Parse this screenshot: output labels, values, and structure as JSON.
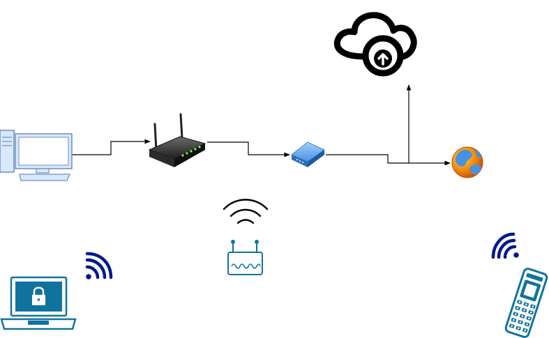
{
  "diagram": {
    "nodes": [
      {
        "id": "desktop-pc",
        "icon": "desktop-computer-icon"
      },
      {
        "id": "wireless-router",
        "icon": "wireless-router-icon"
      },
      {
        "id": "network-switch",
        "icon": "network-switch-icon"
      },
      {
        "id": "internet",
        "icon": "globe-icon"
      },
      {
        "id": "cloud-upload",
        "icon": "cloud-upload-icon"
      },
      {
        "id": "wifi-access-point",
        "icon": "wifi-access-point-icon"
      },
      {
        "id": "secure-laptop",
        "icon": "locked-laptop-icon"
      },
      {
        "id": "mobile-phone",
        "icon": "mobile-phone-icon"
      }
    ],
    "connections": [
      {
        "from": "desktop-pc",
        "to": "wireless-router"
      },
      {
        "from": "wireless-router",
        "to": "network-switch"
      },
      {
        "from": "network-switch",
        "to": "internet"
      },
      {
        "from": "network-switch",
        "to": "cloud-upload"
      }
    ],
    "colors": {
      "line": "#000000",
      "computer": "#6c8ebf",
      "signal": "#00188f",
      "device_teal": "#10739e",
      "switch_blue": "#4a90e2",
      "globe_orange": "#f08705"
    }
  }
}
